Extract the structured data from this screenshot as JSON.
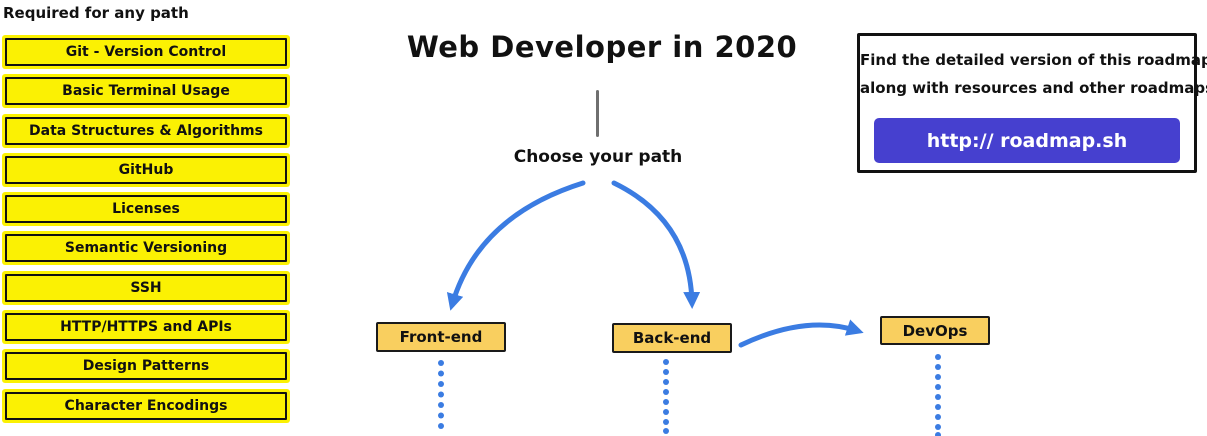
{
  "required": {
    "title": "Required for any path",
    "items": [
      "Git - Version Control",
      "Basic Terminal Usage",
      "Data Structures & Algorithms",
      "GitHub",
      "Licenses",
      "Semantic Versioning",
      "SSH",
      "HTTP/HTTPS and APIs",
      "Design Patterns",
      "Character Encodings"
    ]
  },
  "main": {
    "title": "Web Developer in 2020",
    "choose_label": "Choose your path",
    "paths": [
      {
        "label": "Front-end"
      },
      {
        "label": "Back-end"
      },
      {
        "label": "DevOps"
      }
    ]
  },
  "info_box": {
    "line1": "Find the detailed version of this roadmap",
    "line2": "along with resources and other roadmaps",
    "url_label": "http:// roadmap.sh"
  },
  "colors": {
    "highlight_yellow": "#FBF103",
    "path_orange": "#F9CF5F",
    "arrow_blue": "#3B7CE2",
    "button_purple": "#4640CF",
    "line_gray": "#6F6F6F",
    "border_black": "#111111"
  }
}
